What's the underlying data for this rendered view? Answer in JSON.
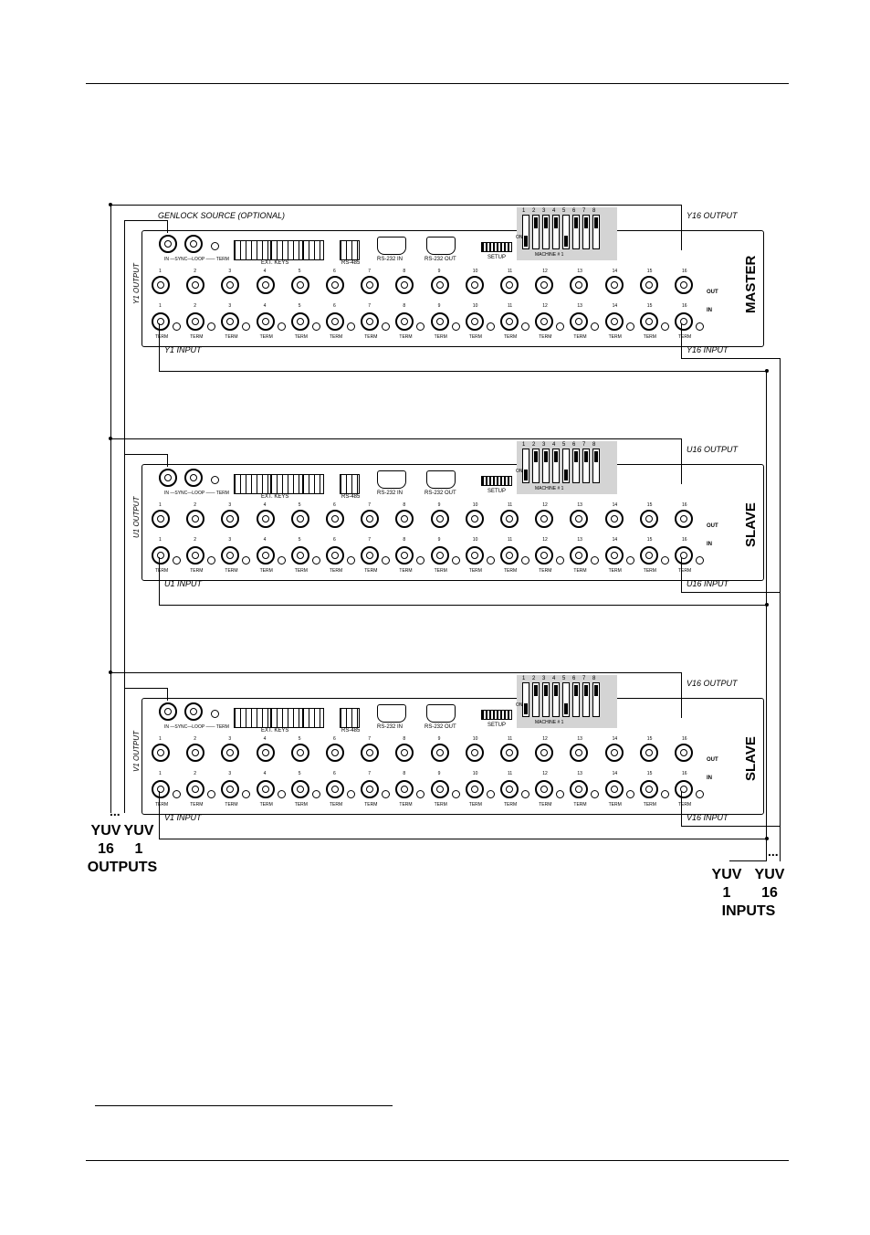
{
  "diagram": {
    "genlock_label": "GENLOCK SOURCE (OPTIONAL)",
    "units": [
      {
        "title": "MASTER",
        "output_label": "Y1 OUTPUT",
        "output16_label": "Y16 OUTPUT",
        "input_label": "Y1 INPUT",
        "input16_label": "Y16 INPUT",
        "dip": [
          "on",
          "off",
          "off",
          "off",
          "on",
          "off",
          "off",
          "off"
        ]
      },
      {
        "title": "SLAVE",
        "output_label": "U1 OUTPUT",
        "output16_label": "U16 OUTPUT",
        "input_label": "U1 INPUT",
        "input16_label": "U16 INPUT",
        "dip": [
          "on",
          "off",
          "off",
          "off",
          "on",
          "off",
          "off",
          "off"
        ]
      },
      {
        "title": "SLAVE",
        "output_label": "V1 OUTPUT",
        "output16_label": "V16 OUTPUT",
        "input_label": "V1 INPUT",
        "input16_label": "V16 INPUT",
        "dip": [
          "on",
          "off",
          "off",
          "off",
          "on",
          "off",
          "off",
          "off"
        ]
      }
    ],
    "panel_text": {
      "sync_row": "IN —SYNC—LOOP —— TERM",
      "ext_keys": "EXT. KEYS",
      "rs485": "RS-485",
      "rs232_in": "RS-232 IN",
      "rs232_out": "RS-232 OUT",
      "setup": "SETUP",
      "on": "ON",
      "machine": "MACHINE # 1",
      "out": "OUT",
      "in": "IN",
      "term": "TERM"
    },
    "channel_numbers": [
      "1",
      "2",
      "3",
      "4",
      "5",
      "6",
      "7",
      "8",
      "9",
      "10",
      "11",
      "12",
      "13",
      "14",
      "15",
      "16"
    ],
    "dip_numbers": [
      "1",
      "2",
      "3",
      "4",
      "5",
      "6",
      "7",
      "8"
    ],
    "outputs_label": {
      "yuv16": "YUV",
      "n16": "16",
      "yuv1": "YUV",
      "n1": "1",
      "word": "OUTPUTS",
      "dots": "..."
    },
    "inputs_label": {
      "yuv1": "YUV",
      "n1": "1",
      "yuv16": "YUV",
      "n16": "16",
      "word": "INPUTS",
      "dots": "..."
    }
  }
}
